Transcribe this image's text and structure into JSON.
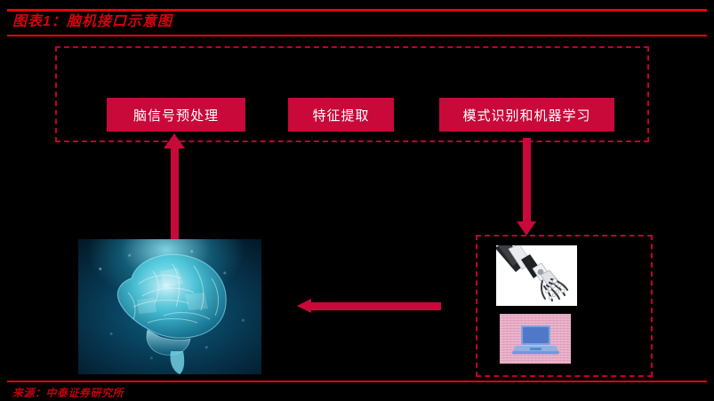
{
  "header": {
    "title": "图表1：脑机接口示意图"
  },
  "footer": {
    "source": "来源：中泰证券研究所"
  },
  "colors": {
    "rule_red": "#E60012",
    "title_red": "#D9000E",
    "box_crimson": "#C8093A",
    "dashed_border": "#C00030",
    "brain_teal": "#2fd4e8",
    "laptop_blue": "#5b86d8",
    "laptop_bg_pink": "#eab6cb"
  },
  "pipeline": {
    "group_label": "signal-processing-pipeline",
    "stages": [
      {
        "label": "脑信号预处理"
      },
      {
        "label": "特征提取"
      },
      {
        "label": "模式识别和机器学习"
      }
    ]
  },
  "arrows": [
    {
      "name": "arrow-brain-to-preprocessing",
      "direction": "up"
    },
    {
      "name": "arrow-ml-to-devices",
      "direction": "down"
    },
    {
      "name": "arrow-devices-to-brain",
      "direction": "left"
    }
  ],
  "figures": {
    "brain": {
      "name": "brain-image",
      "alt": "glowing teal human brain"
    },
    "robot_arm": {
      "name": "robotic-arm-image",
      "alt": "robotic prosthetic hand"
    },
    "laptop": {
      "name": "laptop-image",
      "alt": "blue laptop computer on pink background"
    }
  }
}
